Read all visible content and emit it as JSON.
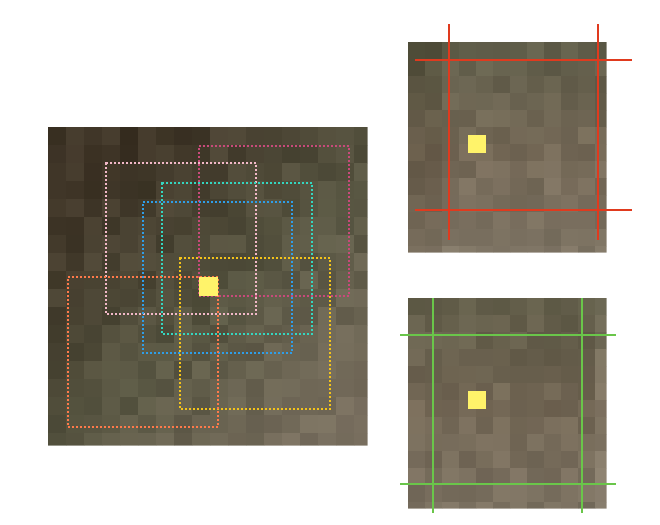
{
  "colors": {
    "background": "#ffffff",
    "center_marker": "#fff36a",
    "box_pink": "#f2b8c8",
    "box_magenta": "#c84a7a",
    "box_teal": "#34d6c0",
    "box_blue": "#2f9ee8",
    "box_yellow": "#f3c21a",
    "box_orange": "#ff7a4a",
    "grid_red": "#e03a1e",
    "grid_green": "#6ac64a"
  },
  "panels": {
    "main": {
      "name": "main-patch-panel",
      "boxes": [
        "pink",
        "magenta",
        "teal",
        "blue",
        "yellow",
        "orange"
      ]
    },
    "top_right": {
      "name": "red-grid-crop-panel",
      "line_color": "grid_red"
    },
    "bottom_right": {
      "name": "green-grid-crop-panel",
      "line_color": "grid_green"
    }
  }
}
